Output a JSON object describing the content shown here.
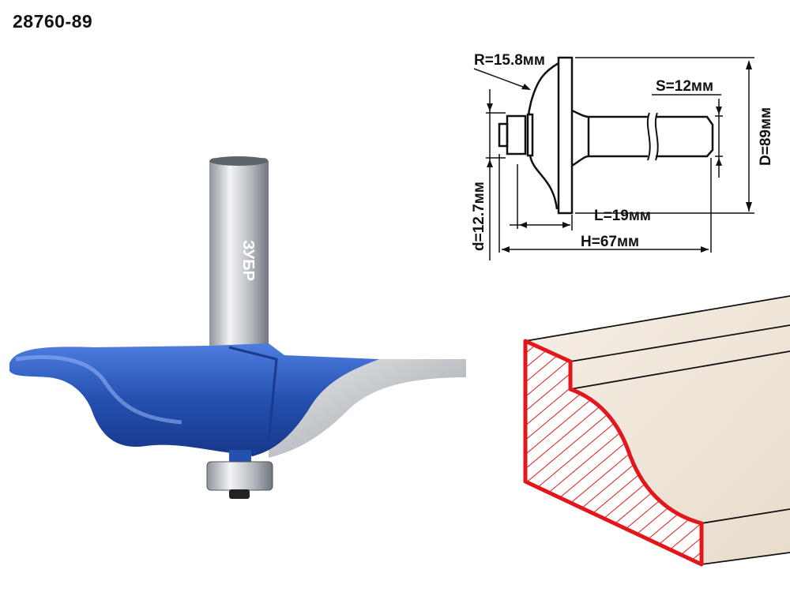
{
  "title": "28760-89",
  "product": {
    "brand_logo": "ЗУБР",
    "colors": {
      "body": "#2a55b5",
      "shank": "#c9cdd2",
      "cut_profile": "#e3161b",
      "board": "#efe3d4"
    }
  },
  "drawing": {
    "R": "R=15.8мм",
    "S": "S=12мм",
    "D": "D=89мм",
    "d": "d=12.7мм",
    "L": "L=19мм",
    "H": "H=67мм"
  }
}
